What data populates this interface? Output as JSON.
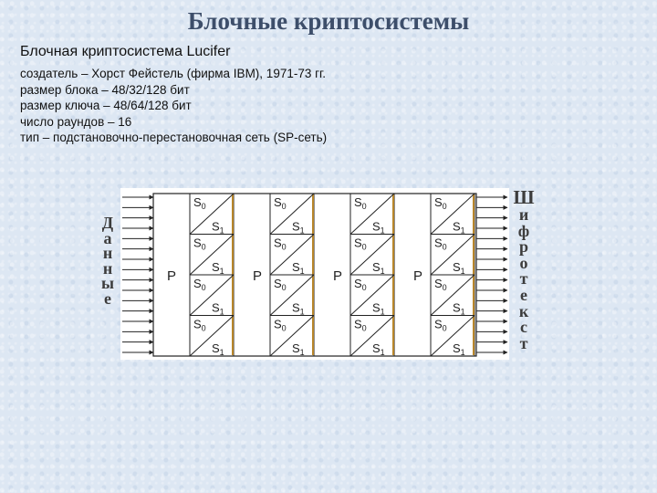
{
  "title": "Блочные криптосистемы",
  "subtitle": "Блочная криптосистема Lucifer",
  "bullets": [
    "создатель – Хорст Фейстель (фирма IBM), 1971-73 гг.",
    "размер блока – 48/32/128 бит",
    "размер ключа – 48/64/128 бит",
    "число раундов – 16",
    "тип – подстановочно-перестановочная сеть (SP-сеть)"
  ],
  "diagram": {
    "input_label": [
      "Д",
      "а",
      "н",
      "н",
      "ы",
      "е"
    ],
    "output_label": [
      "Ш",
      "и",
      "ф",
      "р",
      "о",
      "т",
      "е",
      "к",
      "с",
      "т"
    ],
    "p_label": "P",
    "s_top": "S",
    "s_top_sub": "0",
    "s_bottom": "S",
    "s_bottom_sub": "1",
    "p_blocks": 4,
    "s_columns": 4,
    "s_boxes_per_column": 4,
    "input_arrows": 16,
    "output_arrows": 16,
    "colors": {
      "line": "#222222",
      "frame_fill": "#ffffff",
      "separator": "#b8862a",
      "label_text": "#3c3c3c"
    }
  }
}
